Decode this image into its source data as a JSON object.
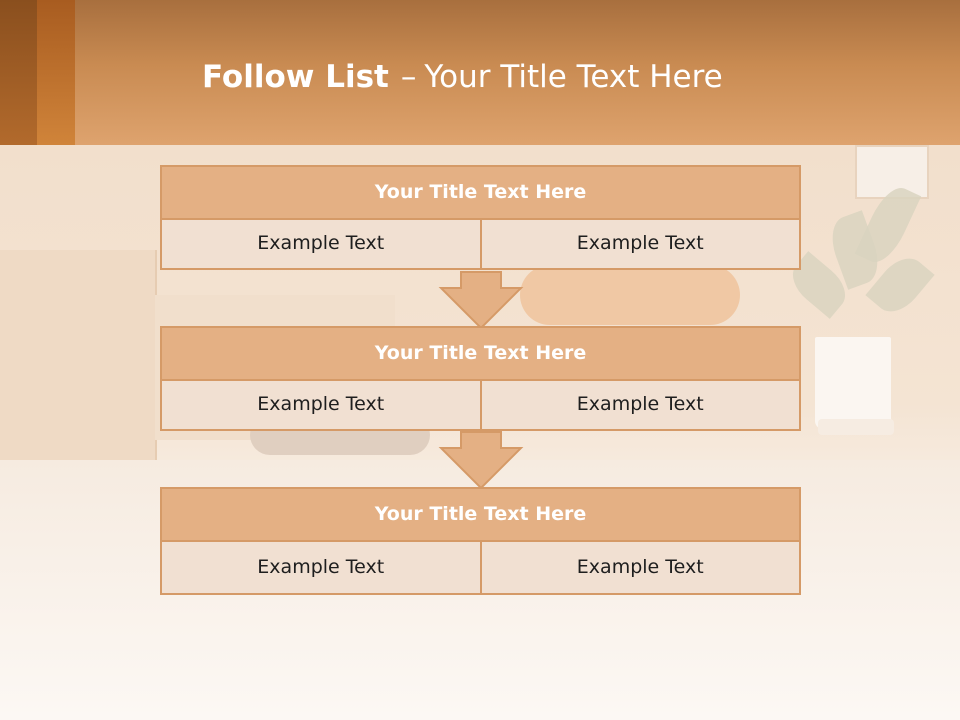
{
  "slide": {
    "title_bold": "Follow List",
    "title_separator": "–",
    "title_rest": "Your Title Text Here"
  },
  "blocks": [
    {
      "heading": "Your Title Text Here",
      "left_text": "Example Text",
      "right_text": "Example Text"
    },
    {
      "heading": "Your Title Text Here",
      "left_text": "Example Text",
      "right_text": "Example Text"
    },
    {
      "heading": "Your Title Text Here",
      "left_text": "Example Text",
      "right_text": "Example Text"
    }
  ],
  "colors": {
    "accent": "#c98b52",
    "block_header": "#e4b084",
    "block_border": "#d59a67",
    "cell_fill": "#f1e0d2",
    "arrow_fill": "#e4b084"
  },
  "icons": [
    "down-arrow-icon"
  ]
}
